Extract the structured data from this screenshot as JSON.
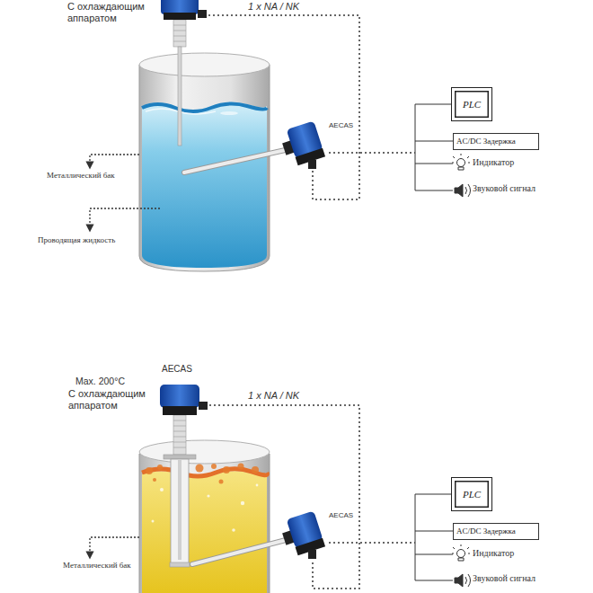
{
  "diagram": {
    "nodes": [
      {
        "text": [
          "PLC"
        ]
      },
      {
        "text": [
          "AC/DC Задержка"
        ]
      },
      {
        "text": [
          "PLC"
        ]
      },
      {
        "text": [
          "AC/DC Задержка"
        ]
      }
    ],
    "labels": [
      "С охлаждающим аппаратом",
      "1 x NA / NK",
      "AECAS",
      "Индикатор",
      "Звуковой сигнал",
      "Металлический бак",
      "Проводящая жидкость",
      "AECAS",
      "Max. 200°C",
      "С охлаждающим аппаратом",
      "1 x NA / NK",
      "AECAS",
      "Индикатор",
      "Звуковой сигнал",
      "Металлический бак"
    ]
  }
}
